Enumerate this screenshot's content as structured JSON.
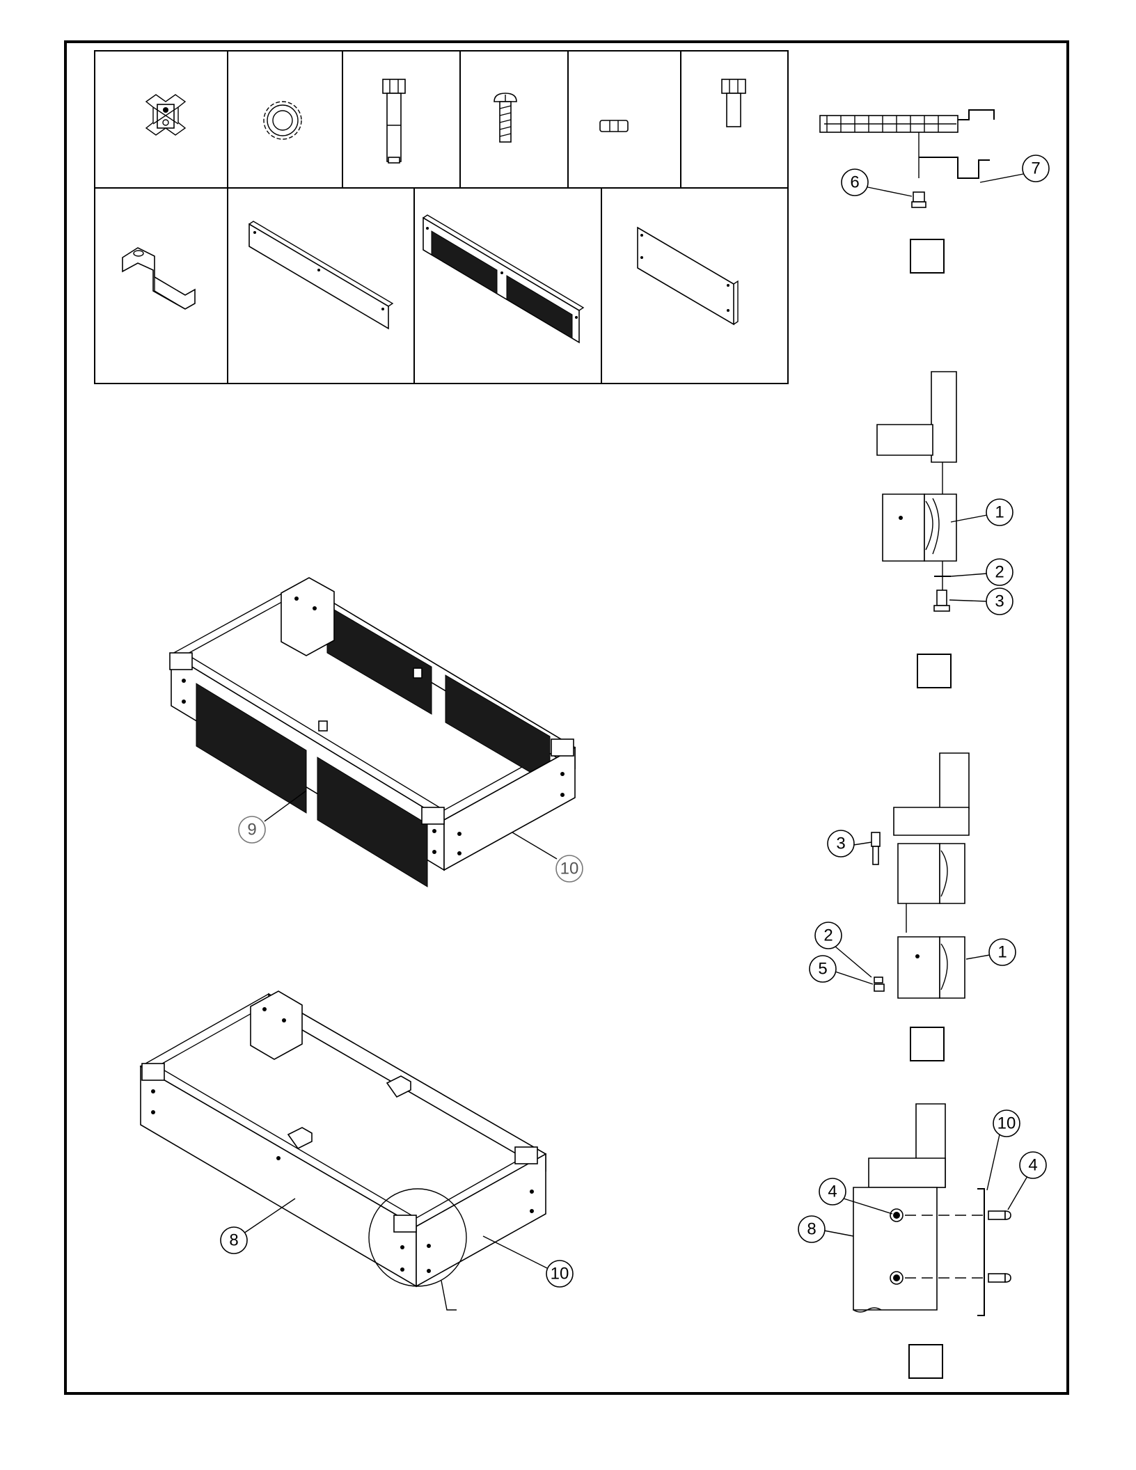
{
  "parts_table": {
    "top_row": [
      "corner-bracket-icon",
      "lock-washer-icon",
      "long-hex-bolt-icon",
      "pan-head-screw-icon",
      "hex-nut-icon",
      "short-hex-bolt-icon"
    ],
    "bottom_row": [
      "offset-bracket-icon",
      "plain-side-rail-icon",
      "vented-front-panel-icon",
      "flat-end-panel-icon"
    ]
  },
  "assembly_views": {
    "vented_base": {
      "callouts": [
        "9",
        "10"
      ]
    },
    "plain_base": {
      "callouts": [
        "8",
        "10"
      ]
    }
  },
  "detail_steps": [
    {
      "callouts": [
        "6",
        "7"
      ],
      "step_label": ""
    },
    {
      "callouts": [
        "1",
        "2",
        "3"
      ],
      "step_label": ""
    },
    {
      "callouts": [
        "3",
        "2",
        "5",
        "1"
      ],
      "step_label": ""
    },
    {
      "callouts": [
        "10",
        "4",
        "4",
        "8"
      ],
      "step_label": ""
    }
  ]
}
